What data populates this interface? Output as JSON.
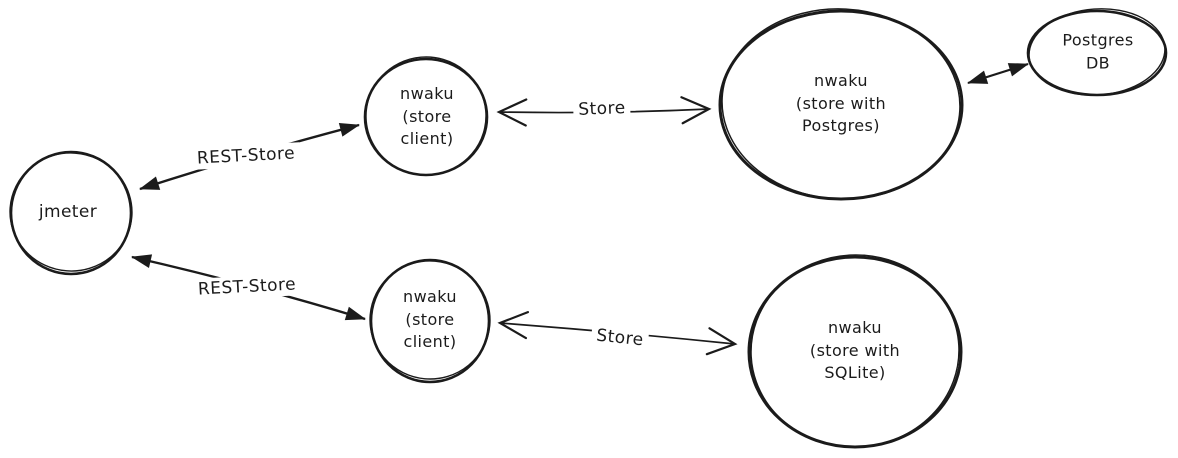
{
  "app": {
    "background": "#ffffff",
    "ink": "#1b1b1b"
  },
  "diagram": {
    "nodes": [
      {
        "id": "jmeter",
        "shape": "ellipse",
        "label": "jmeter"
      },
      {
        "id": "store-client-top",
        "shape": "ellipse",
        "label": "nwaku\n(store\nclient)"
      },
      {
        "id": "store-with-postgres",
        "shape": "ellipse",
        "label": "nwaku\n(store with\nPostgres)"
      },
      {
        "id": "postgres-db",
        "shape": "ellipse",
        "label": "Postgres\nDB"
      },
      {
        "id": "store-client-bottom",
        "shape": "ellipse",
        "label": "nwaku\n(store\nclient)"
      },
      {
        "id": "store-with-sqlite",
        "shape": "ellipse",
        "label": "nwaku\n(store with\nSQLite)"
      }
    ],
    "edges": [
      {
        "id": "rest-store-top",
        "label": "REST-Store",
        "style": "double-arrow-filled"
      },
      {
        "id": "store-top",
        "label": "Store",
        "style": "double-arrow-open"
      },
      {
        "id": "rest-store-bottom",
        "label": "REST-Store",
        "style": "double-arrow-filled"
      },
      {
        "id": "store-bottom",
        "label": "Store",
        "style": "double-arrow-open"
      },
      {
        "id": "postgres-db-link",
        "label": "",
        "style": "double-arrow-filled"
      }
    ]
  }
}
